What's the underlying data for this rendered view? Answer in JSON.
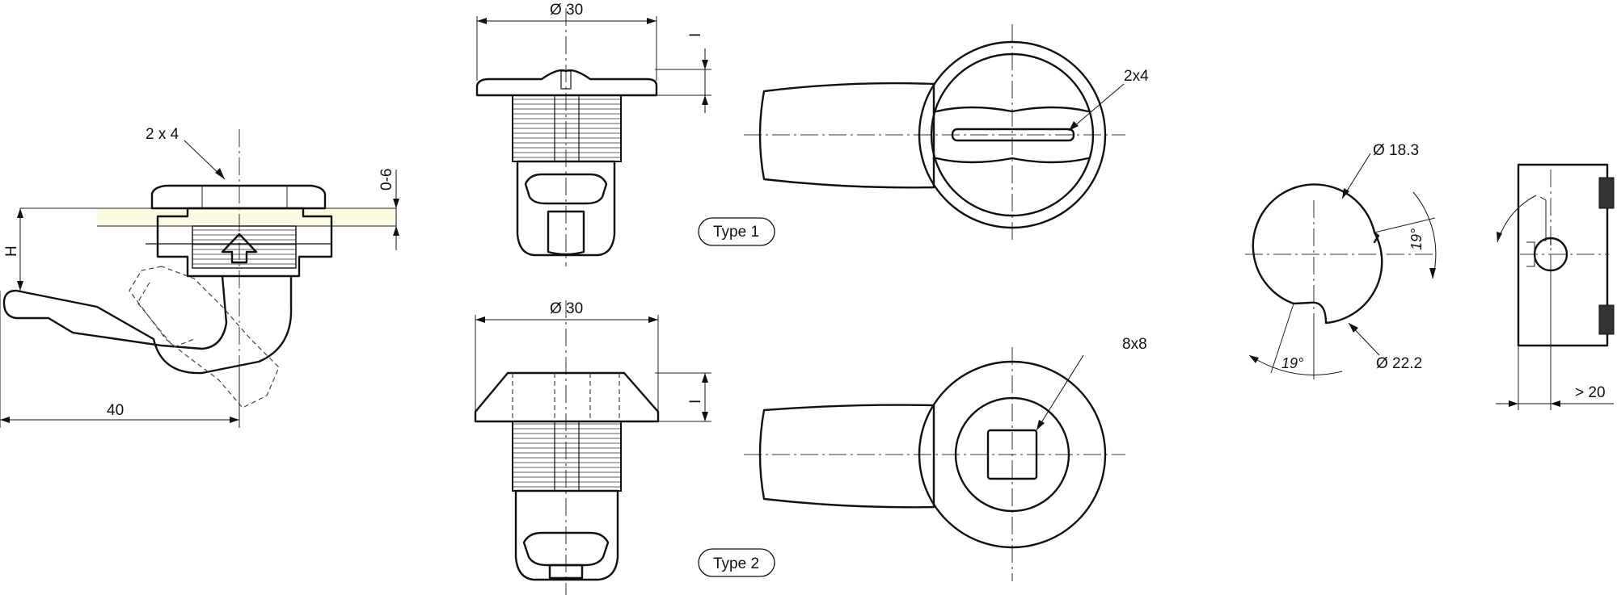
{
  "views": {
    "side": {
      "hole_label": "2 x 4",
      "thickness_label": "0-6",
      "height_label": "H",
      "length_label": "40"
    },
    "type1_front": {
      "diameter_label": "Ø 30",
      "height_label": "I"
    },
    "type1_top": {
      "key_label": "2x4"
    },
    "type1_tag": "Type 1",
    "type2_front": {
      "diameter_label": "Ø 30",
      "height_label": "I"
    },
    "type2_top": {
      "key_label": "8x8"
    },
    "type2_tag": "Type 2",
    "cutout": {
      "d1_label": "Ø 18.3",
      "d2_label": "Ø 22.2",
      "angle1_label": "19°",
      "angle2_label": "19°"
    },
    "panel": {
      "clearance_label": "> 20"
    }
  }
}
